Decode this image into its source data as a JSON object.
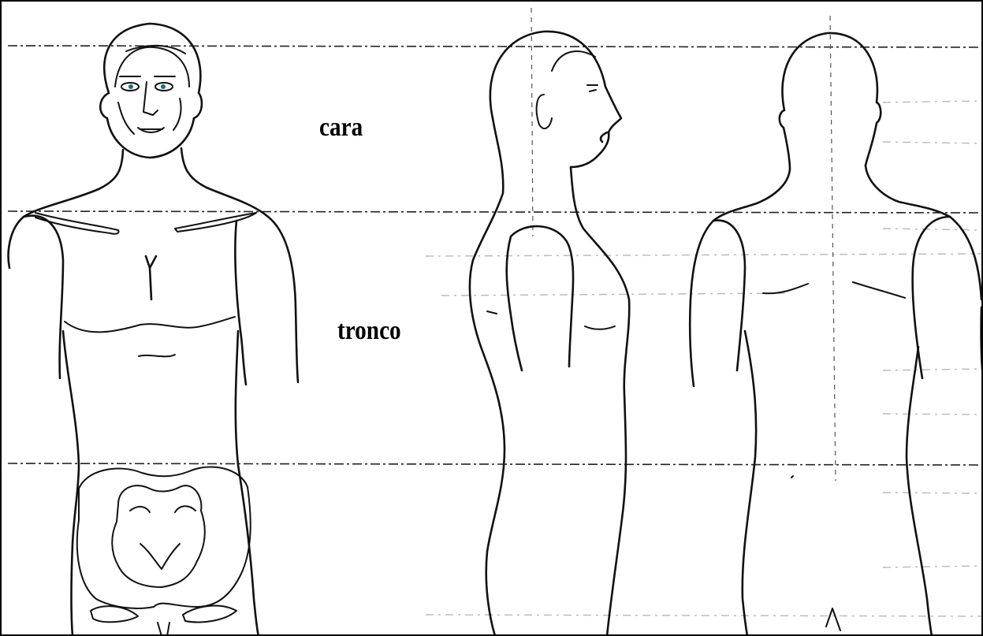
{
  "labels": {
    "face": "cara",
    "trunk": "tronco"
  },
  "views": [
    "front",
    "side",
    "back"
  ],
  "colors": {
    "background": "#ffffff",
    "ink": "#111111",
    "guide": "#222222",
    "eye": "#1f6f6a"
  }
}
